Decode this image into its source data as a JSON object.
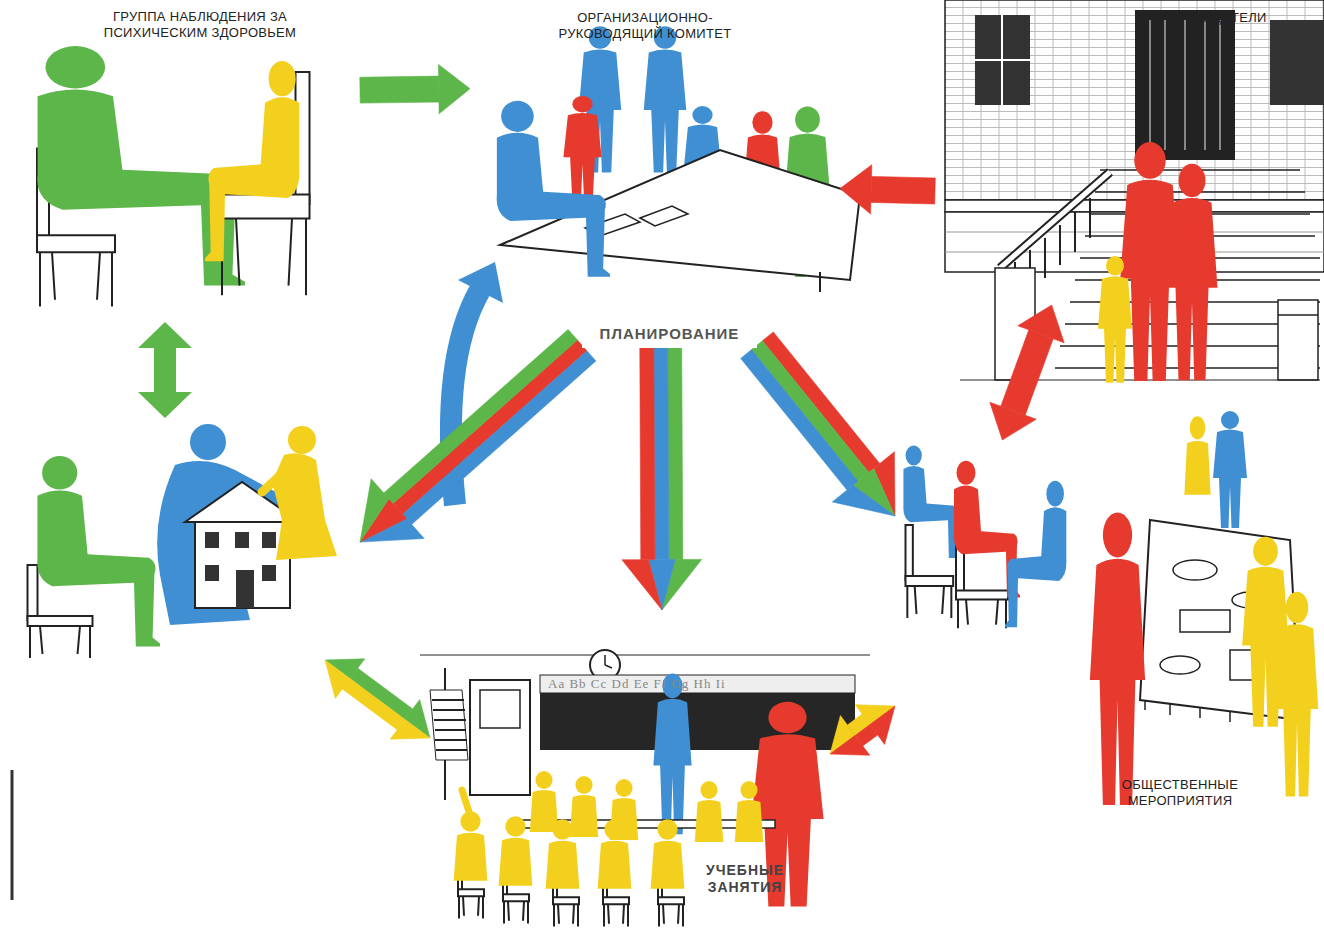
{
  "diagram": {
    "nodes": [
      {
        "text": [
          "ГРУППА НАБЛЮДЕНИЯ ЗА ПСИХИЧЕСКИМ ЗДОРОВЬЕМ"
        ]
      },
      {
        "text": [
          "ОРГАНИЗАЦИОННО-РУКОВОДЯЩИЙ КОМИТЕТ"
        ]
      },
      {
        "text": [
          "РОДИТЕЛИ"
        ]
      },
      {
        "text": [
          "ПЛАНИРОВАНИЕ"
        ]
      },
      {
        "text": [
          "ОБЩЕСТВЕННЫЕ МЕРОПРИЯТИЯ"
        ]
      },
      {
        "text": [
          "УЧЕБНЫЕ ЗАНЯТИЯ"
        ]
      }
    ],
    "edges": [
      {
        "from": 0,
        "to": 1,
        "arrow": "to"
      },
      {
        "from": 2,
        "to": 1,
        "arrow": "to"
      },
      {
        "from": 3,
        "to": 0,
        "arrow": "to"
      },
      {
        "from": 3,
        "to": 5,
        "arrow": "to"
      },
      {
        "from": 3,
        "to": 4,
        "arrow": "to"
      },
      {
        "from": 0,
        "to": 5,
        "arrow": "both"
      },
      {
        "from": 5,
        "to": 4,
        "arrow": "both"
      },
      {
        "from": 2,
        "to": 4,
        "arrow": "both"
      }
    ],
    "labels": [
      "Aa Bb Cc Dd Ee Ff Gg Hh Ii"
    ]
  }
}
